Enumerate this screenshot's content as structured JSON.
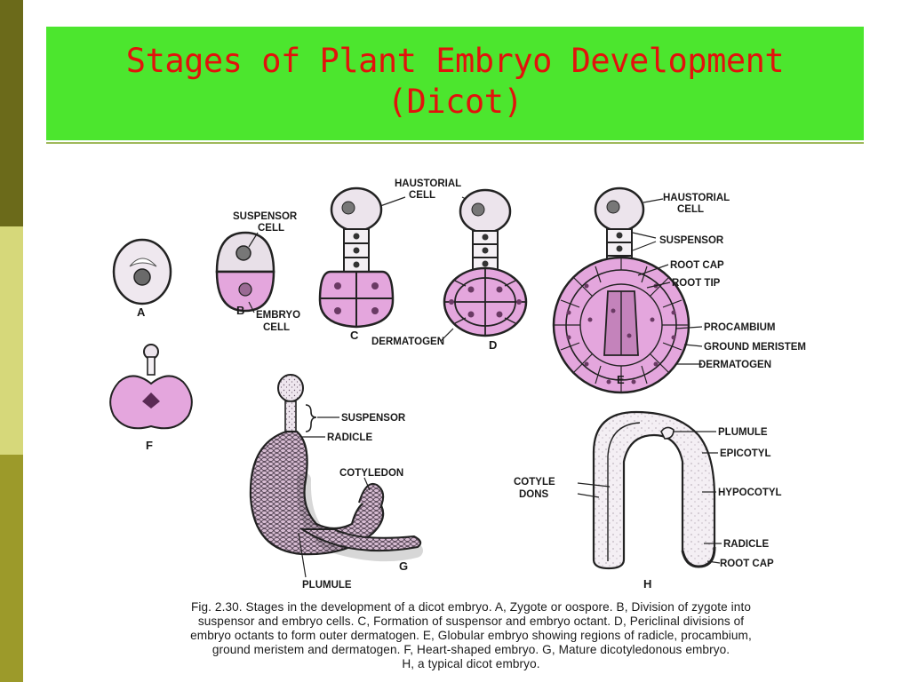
{
  "slide": {
    "title_line1": "Stages of Plant Embryo Development",
    "title_line2": "(Dicot)"
  },
  "figure": {
    "stage_letters": {
      "a": "A",
      "b": "B",
      "c": "C",
      "d": "D",
      "e": "E",
      "f": "F",
      "g": "G",
      "h": "H"
    },
    "labels": {
      "haustorial_cell_top": "HAUSTORIAL",
      "haustorial_cell_bottom": "CELL",
      "suspensor_cell_top": "SUSPENSOR",
      "suspensor_cell_bottom": "CELL",
      "embryo_cell_top": "EMBRYO",
      "embryo_cell_bottom": "CELL",
      "dermatogen_d": "DERMATOGEN",
      "e_haustorial_top": "HAUSTORIAL",
      "e_haustorial_bottom": "CELL",
      "e_suspensor": "SUSPENSOR",
      "e_root_cap": "ROOT CAP",
      "e_root_tip": "ROOT TIP",
      "e_procambium": "PROCAMBIUM",
      "e_ground_meristem": "GROUND MERISTEM",
      "e_dermatogen": "DERMATOGEN",
      "g_suspensor": "SUSPENSOR",
      "g_radicle": "RADICLE",
      "g_cotyledon": "COTYLEDON",
      "g_plumule": "PLUMULE",
      "h_plumule": "PLUMULE",
      "h_epicotyl": "EPICOTYL",
      "h_cotyledons_top": "COTYLE",
      "h_cotyledons_bottom": "DONS",
      "h_hypocotyl": "HYPOCOTYL",
      "h_radicle": "RADICLE",
      "h_root_cap": "ROOT CAP"
    },
    "caption_lines": [
      "Fig. 2.30. Stages in the development of a dicot embryo. A, Zygote or oospore. B, Division of zygote into",
      "suspensor and embryo cells. C, Formation of suspensor and embryo octant. D, Periclinal divisions of",
      "embryo octants to form outer dermatogen.  E, Globular embryo showing regions of radicle, procambium,",
      "ground meristem and dermatogen. F, Heart-shaped embryo. G, Mature dicotyledonous embryo.",
      "H, a typical dicot embryo."
    ]
  },
  "colors": {
    "title_background": "#4ce62e",
    "title_text": "#e2120c",
    "embryo_pink": "#e4a6dd",
    "sidebar_dark": "#6b6a1a",
    "sidebar_light": "#d6d87a",
    "sidebar_mid": "#9c9a2a"
  }
}
